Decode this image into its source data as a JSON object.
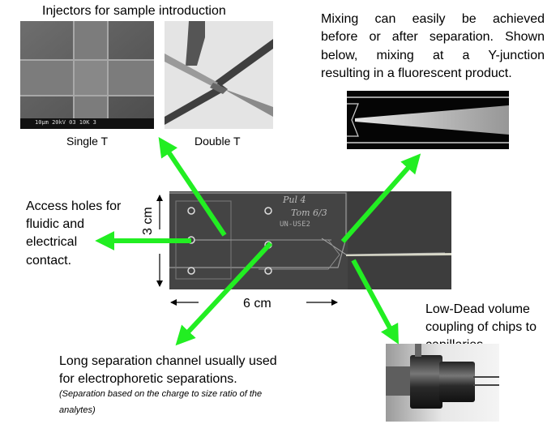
{
  "injectors": {
    "title": "Injectors for sample introduction",
    "single_label": "Single T",
    "double_label": "Double T",
    "sem_footer": "10µm      20kV      03      10K      3"
  },
  "mixing": {
    "lines": [
      "Mixing can easily be achieved",
      "before or after separation.  Shown",
      "below, mixing at a Y-junction",
      "resulting in a fluorescent product."
    ]
  },
  "access": {
    "lines": [
      "Access holes for",
      "fluidic and",
      "electrical",
      "contact."
    ]
  },
  "chip": {
    "height_label": "3 cm",
    "width_label": "6 cm",
    "engraving_1": "Pul 4",
    "engraving_2": "Tom 6/3",
    "engraving_3": "UN-USE2"
  },
  "separation": {
    "lines": [
      "Long separation channel usually used",
      "for electrophoretic separations."
    ],
    "note_lines": [
      "(Separation based on the charge to size ratio of the",
      "analytes)"
    ]
  },
  "coupling": {
    "lines": [
      "Low-Dead volume",
      "coupling of chips to",
      "capillaries."
    ]
  },
  "colors": {
    "arrow": "#22ee22",
    "chip_background": "#3a3a3a",
    "text": "#000000"
  }
}
